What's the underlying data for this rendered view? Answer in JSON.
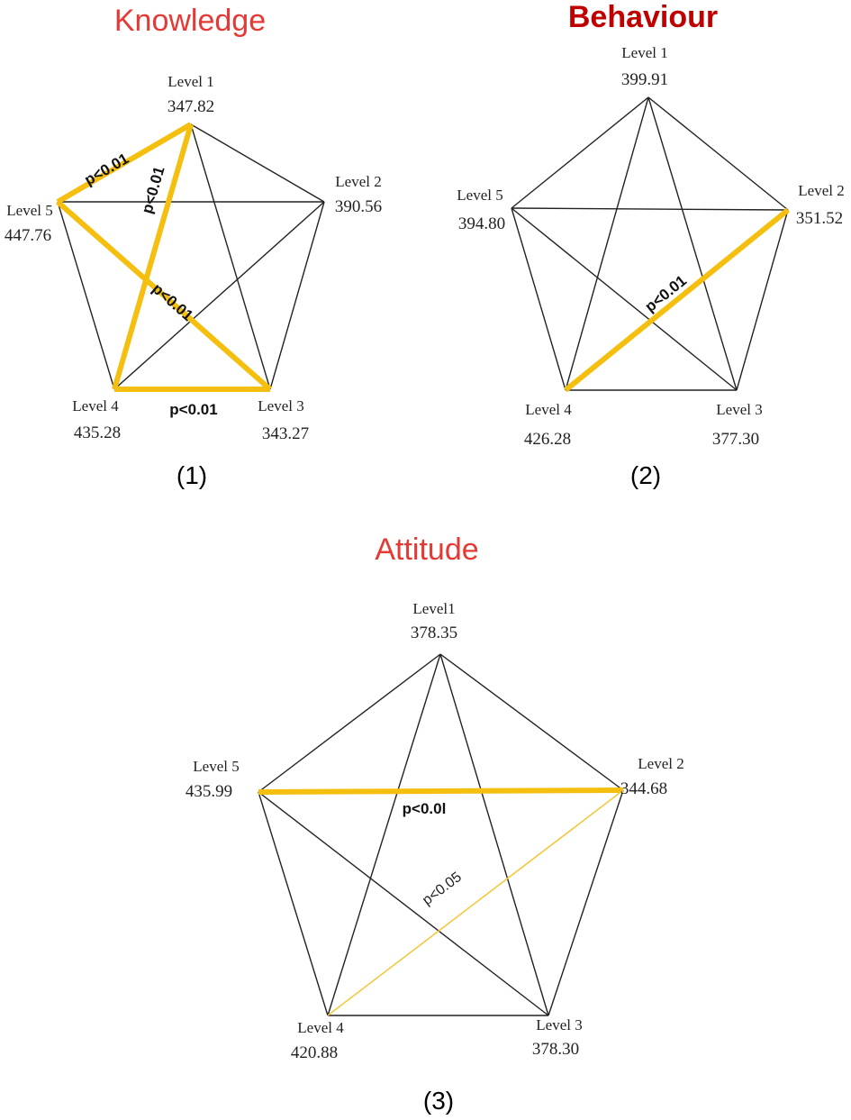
{
  "colors": {
    "title_knowledge": "#e53935",
    "title_behaviour": "#c00000",
    "title_attitude": "#e53935",
    "highlight": "#f5bf0f",
    "edge": "#222222"
  },
  "panels": [
    {
      "title": "Knowledge",
      "caption": "(1)",
      "nodes": [
        {
          "label": "Level 1",
          "value": "347.82"
        },
        {
          "label": "Level 2",
          "value": "390.56"
        },
        {
          "label": "Level 3",
          "value": "343.27"
        },
        {
          "label": "Level 4",
          "value": "435.28"
        },
        {
          "label": "Level 5",
          "value": "447.76"
        }
      ],
      "significant_edges": [
        {
          "from": "Level 1",
          "to": "Level 5",
          "label": "p<0.01"
        },
        {
          "from": "Level 1",
          "to": "Level 4",
          "label": "p<0.01"
        },
        {
          "from": "Level 5",
          "to": "Level 3",
          "label": "p<0.01"
        },
        {
          "from": "Level 4",
          "to": "Level 3",
          "label": "p<0.01"
        }
      ]
    },
    {
      "title": "Behaviour",
      "caption": "(2)",
      "nodes": [
        {
          "label": "Level 1",
          "value": "399.91"
        },
        {
          "label": "Level 2",
          "value": "351.52"
        },
        {
          "label": "Level 3",
          "value": "377.30"
        },
        {
          "label": "Level 4",
          "value": "426.28"
        },
        {
          "label": "Level 5",
          "value": "394.80"
        }
      ],
      "significant_edges": [
        {
          "from": "Level 2",
          "to": "Level 4",
          "label": "p<0.01"
        }
      ]
    },
    {
      "title": "Attitude",
      "caption": "(3)",
      "nodes": [
        {
          "label": "Level1",
          "value": "378.35"
        },
        {
          "label": "Level 2",
          "value": "344.68"
        },
        {
          "label": "Level 3",
          "value": "378.30"
        },
        {
          "label": "Level 4",
          "value": "420.88"
        },
        {
          "label": "Level 5",
          "value": "435.99"
        }
      ],
      "significant_edges": [
        {
          "from": "Level 5",
          "to": "Level 2",
          "label": "p<0.0l"
        },
        {
          "from": "Level 2",
          "to": "Level 4",
          "label": "p<0.05"
        }
      ]
    }
  ]
}
